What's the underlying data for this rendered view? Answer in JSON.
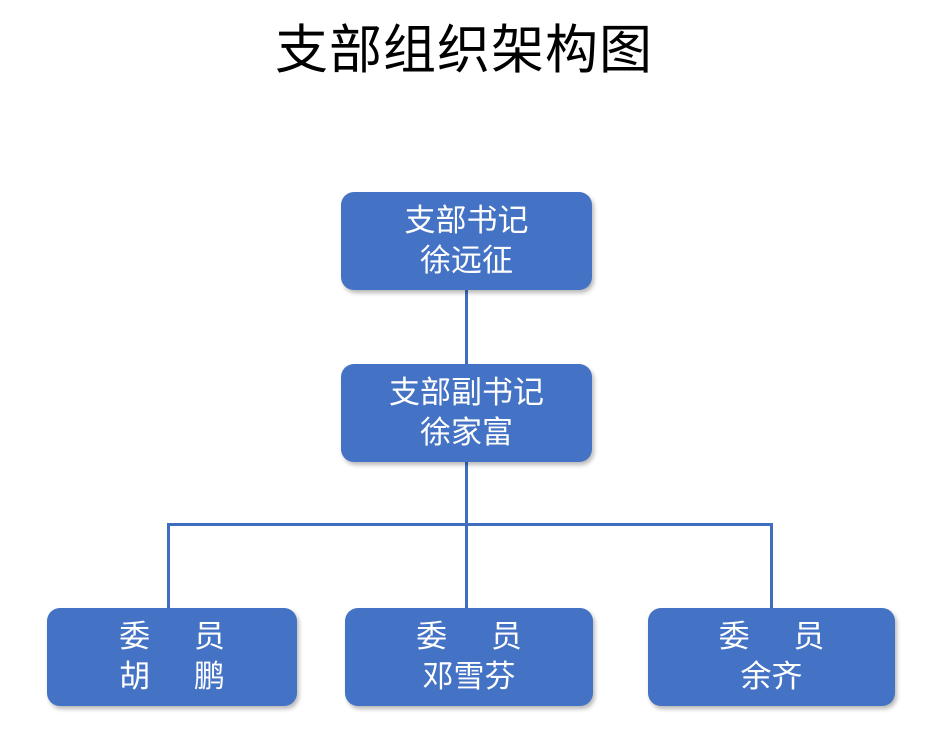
{
  "title": "支部组织架构图",
  "theme": {
    "box_fill": "#4472C4",
    "connector_color": "#3F6DC0",
    "text_color": "#FFFFFF",
    "title_color": "#000000",
    "background": "#FFFFFF"
  },
  "chart_data": {
    "type": "diagram",
    "diagram_type": "org-chart",
    "title": "支部组织架构图",
    "nodes": [
      {
        "id": "secretary",
        "role": "支部书记",
        "name": "徐远征",
        "level": 0
      },
      {
        "id": "deputy",
        "role": "支部副书记",
        "name": "徐家富",
        "level": 1
      },
      {
        "id": "member-0",
        "role": "委 员",
        "name": "胡 鹏",
        "level": 2
      },
      {
        "id": "member-1",
        "role": "委 员",
        "name": "邓雪芬",
        "level": 2
      },
      {
        "id": "member-2",
        "role": "委 员",
        "name": "余齐",
        "level": 2
      }
    ],
    "edges": [
      {
        "from": "secretary",
        "to": "deputy"
      },
      {
        "from": "deputy",
        "to": "member-0"
      },
      {
        "from": "deputy",
        "to": "member-1"
      },
      {
        "from": "deputy",
        "to": "member-2"
      }
    ]
  },
  "nodes": {
    "secretary": {
      "role": "支部书记",
      "name": "徐远征"
    },
    "deputy": {
      "role": "支部副书记",
      "name": "徐家富"
    },
    "member_0": {
      "role": "委 员",
      "name": "胡 鹏"
    },
    "member_1": {
      "role": "委 员",
      "name": "邓雪芬"
    },
    "member_2": {
      "role": "委 员",
      "name": "余齐"
    }
  }
}
